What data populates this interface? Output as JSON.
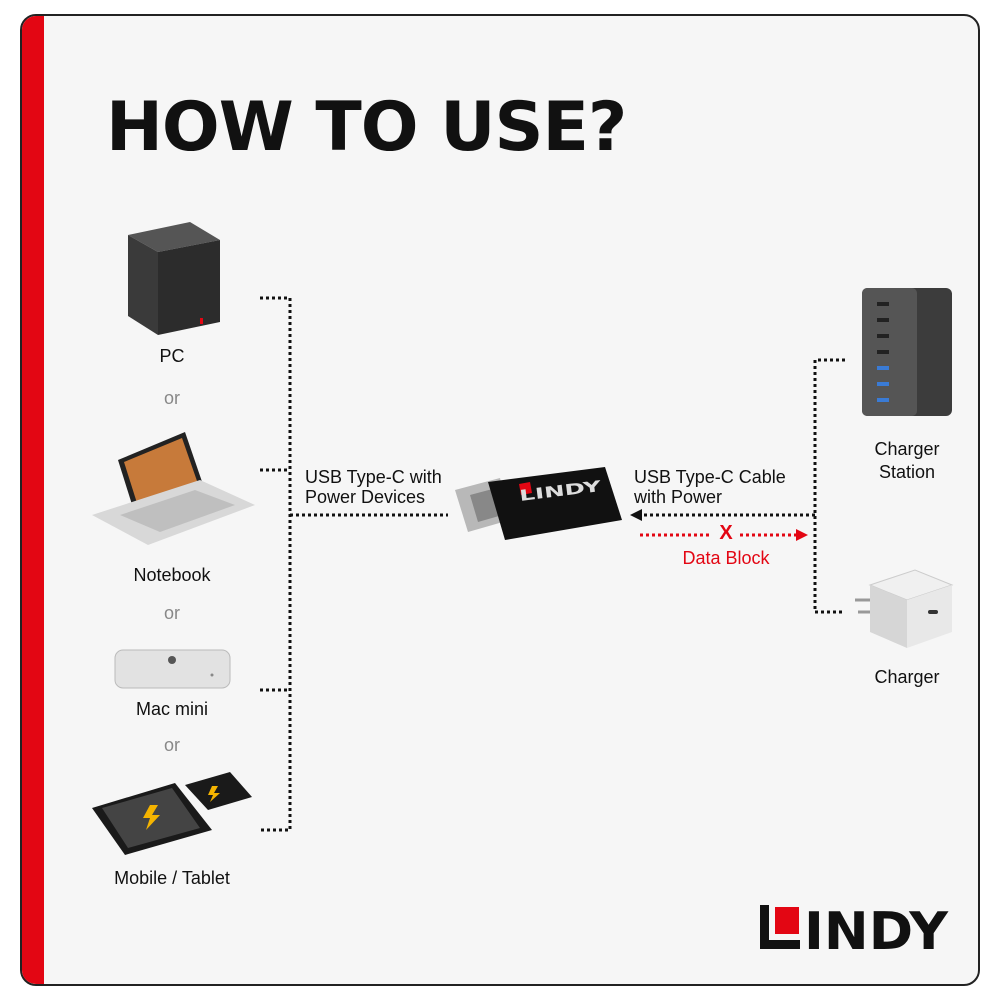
{
  "title": "HOW TO USE?",
  "left_devices": [
    {
      "label": "PC"
    },
    {
      "label": "Notebook"
    },
    {
      "label": "Mac mini"
    },
    {
      "label": "Mobile / Tablet"
    }
  ],
  "or_label": "or",
  "left_connection_label": [
    "USB Type-C with",
    "Power Devices"
  ],
  "right_connection_label": [
    "USB Type-C Cable",
    "with Power"
  ],
  "data_block_label": "Data Block",
  "data_block_mark": "X",
  "right_devices": [
    {
      "label": [
        "Charger",
        "Station"
      ]
    },
    {
      "label": "Charger"
    }
  ],
  "adapter_brand": "LINDY",
  "brand_logo": "LINDY",
  "colors": {
    "accent": "#e30613",
    "text": "#111111",
    "muted": "#888888"
  }
}
